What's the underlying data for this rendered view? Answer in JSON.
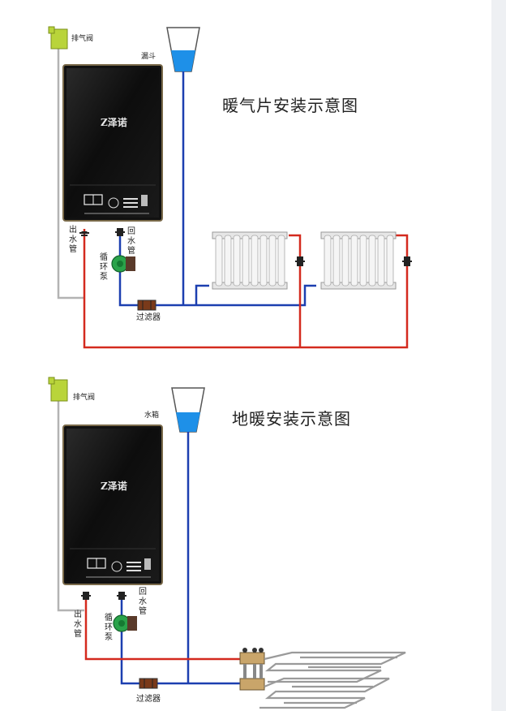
{
  "section1": {
    "title": "暖气片安装示意图",
    "vent_valve": "排气阀",
    "funnel": "漏斗",
    "outlet_pipe": "出水管",
    "return_pipe": "回水管",
    "pump": "循环泵",
    "filter": "过滤器",
    "brand": "Z泽诺"
  },
  "section2": {
    "title": "地暖安装示意图",
    "vent_valve": "排气阀",
    "water_tank": "水箱",
    "outlet_pipe": "出水管",
    "return_pipe": "回水管",
    "pump": "循环泵",
    "filter": "过滤器",
    "brand": "Z泽诺"
  },
  "colors": {
    "supply_pipe": "#d42a1e",
    "return_pipe": "#1c3fb0",
    "vent_pipe": "#b3b3b3",
    "water": "#1e90e8",
    "vent_valve": "#b9d43a",
    "pump": "#2aa34a",
    "boiler_body": "#111111",
    "radiator": "#f2f2f2"
  }
}
